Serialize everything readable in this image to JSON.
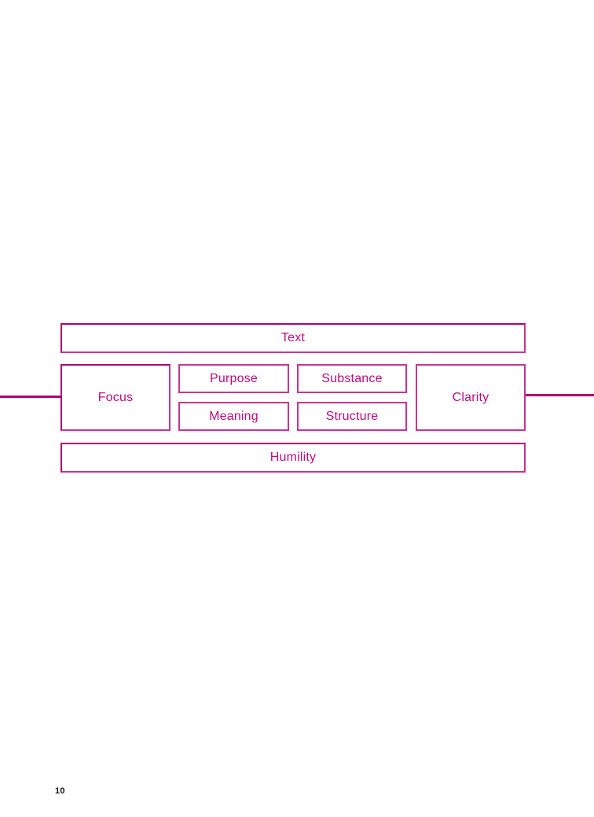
{
  "colors": {
    "accent_line": "#b3006e",
    "box_border": "#c9358f",
    "label_color": "#c00c7d"
  },
  "diagram": {
    "text_label": "Text",
    "focus_label": "Focus",
    "purpose_label": "Purpose",
    "substance_label": "Substance",
    "meaning_label": "Meaning",
    "structure_label": "Structure",
    "clarity_label": "Clarity",
    "humility_label": "Humility"
  },
  "footer": {
    "page_number": "10"
  }
}
